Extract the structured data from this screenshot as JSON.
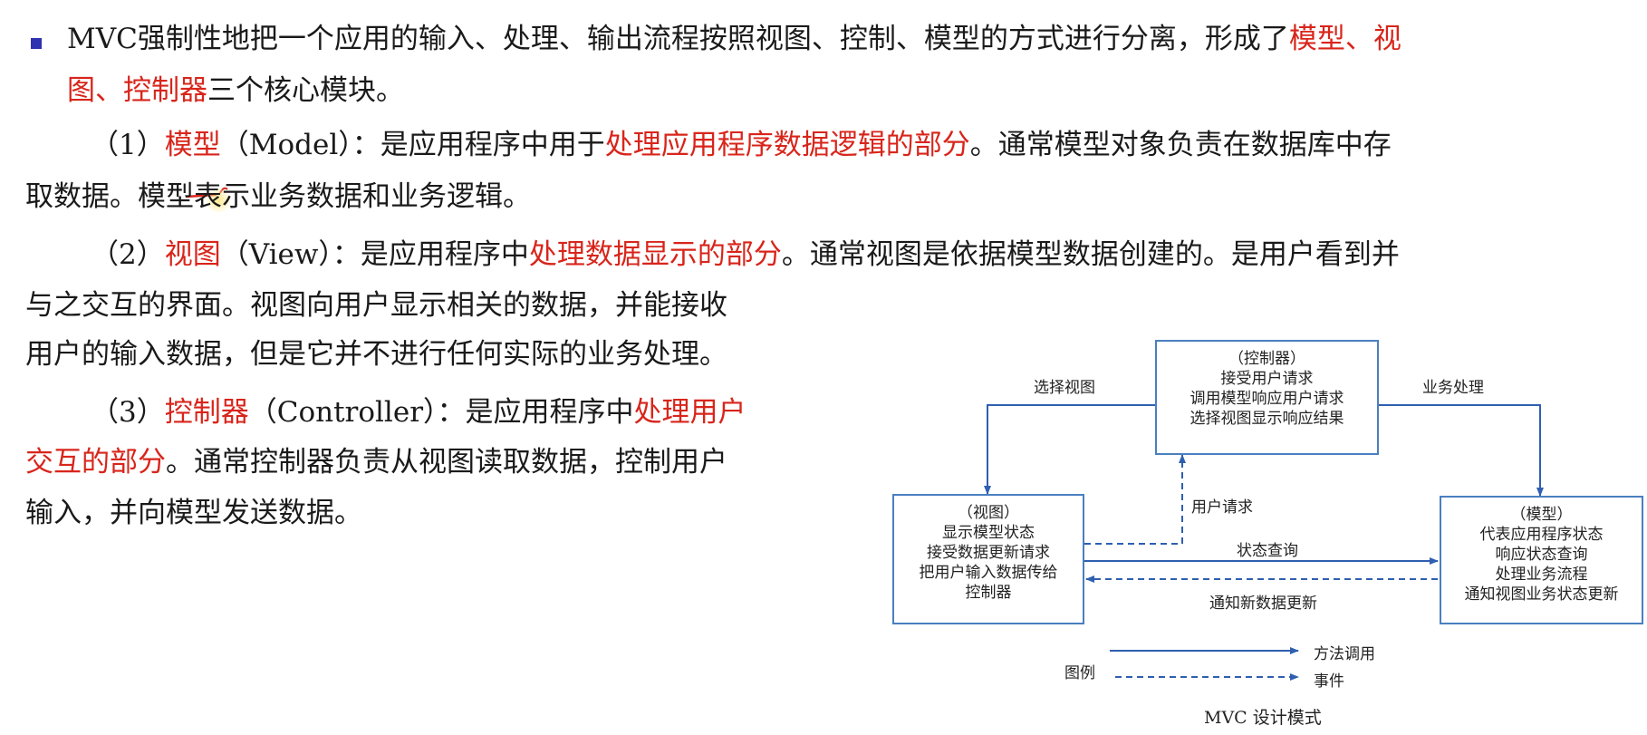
{
  "paragraphs": {
    "intro_a": "MVC强制性地把一个应用的输入、处理、输出流程按照视图、控制、模型的方式进行分离，形成了",
    "intro_red1": "模型、视",
    "intro_red2": "图、控制器",
    "intro_b": "三个核心模块。",
    "model_num": "（1）",
    "model_term": "模型",
    "model_a": "（Model）：是应用程序中用于",
    "model_red": "处理应用程序数据逻辑的部分",
    "model_b": "。通常模型对象负责在数据库中存",
    "model_c": "取数据。模型表示业务数据和业务逻辑。",
    "view_num": "（2）",
    "view_term": "视图",
    "view_a": "（View）：是应用程序中",
    "view_red": "处理数据显示的部分",
    "view_b": "。通常视图是依据模型数据创建的。是用户看到并",
    "view_c": "与之交互的界面。视图向用户显示相关的数据，并能接收",
    "view_d": "用户的输入数据，但是它并不进行任何实际的业务处理。",
    "ctrl_num": "（3）",
    "ctrl_term": "控制器",
    "ctrl_a": "（Controller）：是应用程序中",
    "ctrl_red1": "处理用户",
    "ctrl_red2": "交互的部分",
    "ctrl_b": "。通常控制器负责从视图读取数据，控制用户",
    "ctrl_c": "输入，并向模型发送数据。"
  },
  "diagram": {
    "controller": [
      "（控制器）",
      "接受用户请求",
      "调用模型响应用户请求",
      "选择视图显示响应结果"
    ],
    "view": [
      "（视图）",
      "显示模型状态",
      "接受数据更新请求",
      "把用户输入数据传给",
      "控制器"
    ],
    "model": [
      "（模型）",
      "代表应用程序状态",
      "响应状态查询",
      "处理业务流程",
      "通知视图业务状态更新"
    ],
    "labels": {
      "select_view": "选择视图",
      "business": "业务处理",
      "user_request": "用户请求",
      "state_query": "状态查询",
      "notify_update": "通知新数据更新",
      "legend": "图例",
      "method_call": "方法调用",
      "event": "事件"
    },
    "caption": "MVC 设计模式",
    "colors": {
      "box_border": "#4a7fc0",
      "arrow": "#2f5fb0"
    }
  },
  "colors": {
    "highlight_text": "#d8251b",
    "bullet": "#2f32b0"
  }
}
